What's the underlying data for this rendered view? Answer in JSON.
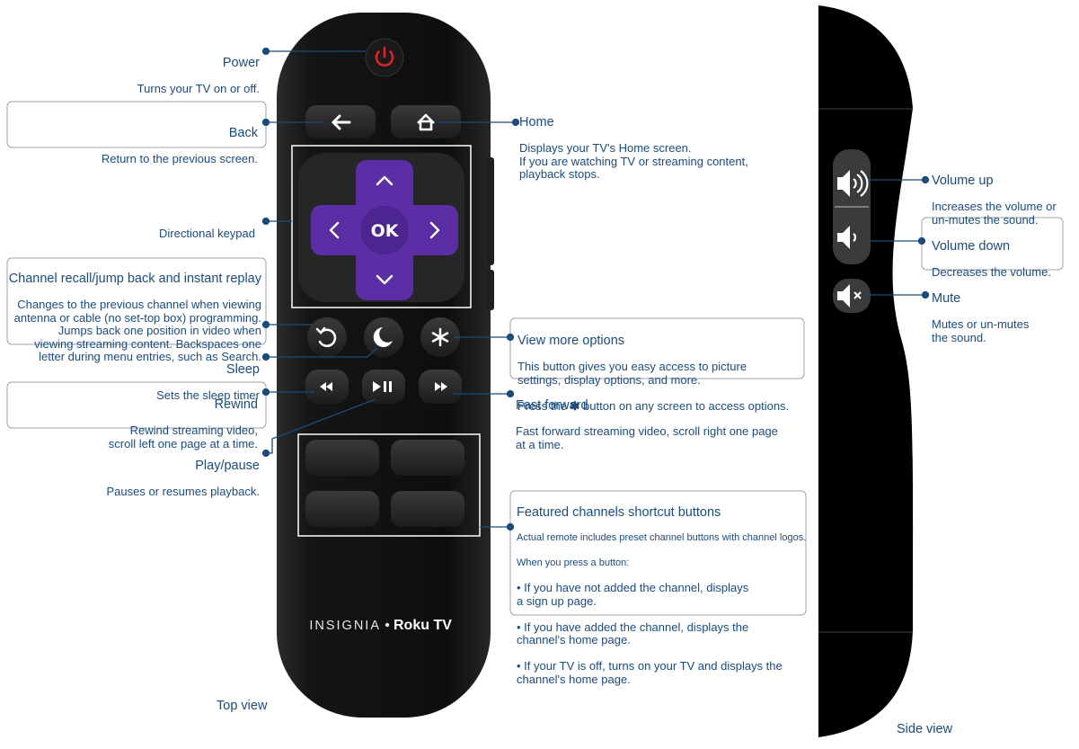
{
  "callouts": {
    "power": {
      "title": "Power",
      "desc": "Turns your TV on or off."
    },
    "back": {
      "title": "Back",
      "desc": "Return to the previous screen."
    },
    "home": {
      "title": "Home",
      "desc": "Displays your TV's Home screen.\nIf you are watching TV or streaming content,\nplayback stops."
    },
    "dpad": {
      "title": "Directional keypad"
    },
    "recall": {
      "title": "Channel recall/jump back and instant replay",
      "desc": "Changes to the previous channel when viewing\nantenna or cable (no set-top box) programming.\nJumps back one position in video when\nviewing streaming content. Backspaces one\nletter during menu entries, such as Search."
    },
    "sleep": {
      "title": "Sleep",
      "desc": "Sets the sleep timer"
    },
    "options": {
      "title": "View more options",
      "desc_1": "This button gives you easy access to picture\nsettings, display options, and more.",
      "desc_2a": "Press the",
      "desc_2b": "button on any screen to access options."
    },
    "rewind": {
      "title": "Rewind",
      "desc": "Rewind streaming video,\nscroll left one page at a time."
    },
    "fastforward": {
      "title": "Fast forward",
      "desc": "Fast forward streaming video, scroll right one page\nat a time."
    },
    "playpause": {
      "title": "Play/pause",
      "desc": "Pauses or resumes playback."
    },
    "featured": {
      "title": "Featured channels shortcut buttons",
      "note": "Actual remote includes preset channel buttons with channel logos.",
      "note2": "When you press a button:",
      "bullets": [
        "• If you have not added the channel, displays\n  a sign up page.",
        "• If you have added the channel, displays the\n  channel's home page.",
        "• If your TV is off, turns on your TV and displays the\n  channel's home page."
      ]
    },
    "volup": {
      "title": "Volume up",
      "desc": "Increases the volume or\nun-mutes the sound."
    },
    "voldown": {
      "title": "Volume down",
      "desc": "Decreases the volume."
    },
    "mute": {
      "title": "Mute",
      "desc": "Mutes or un-mutes\nthe sound."
    }
  },
  "labels": {
    "top_view": "Top view",
    "side_view": "Side view",
    "ok": "OK",
    "brand_left": "INSIGNIA",
    "brand_right": "Roku TV"
  },
  "colors": {
    "text": "#1b4b7a",
    "remote_body": "#141414",
    "button": "#2a2a2a",
    "dpad_purple": "#5b2ea6",
    "power_red": "#e0232a"
  }
}
